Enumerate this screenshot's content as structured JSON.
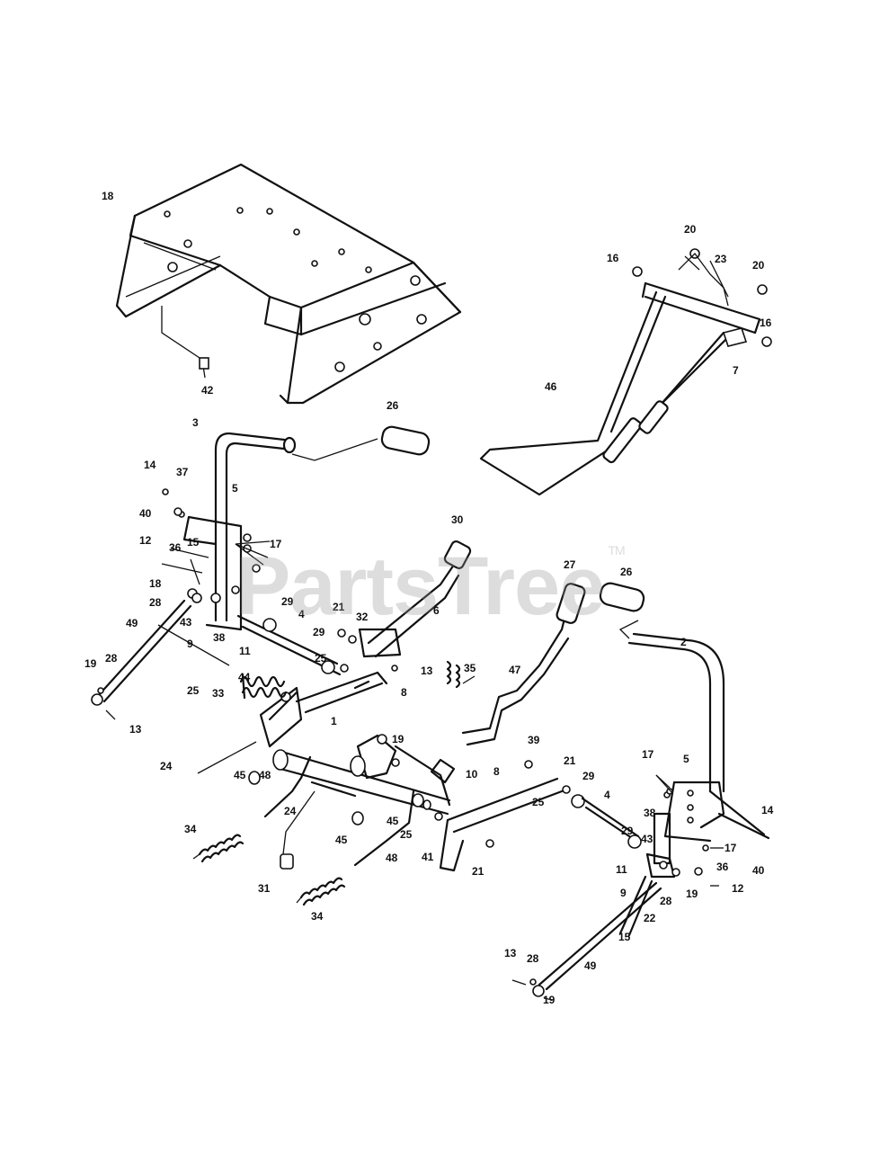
{
  "watermark": {
    "brand": "PartsTree",
    "mark": "TM"
  },
  "callouts": [
    {
      "id": "c18a",
      "text": "18"
    },
    {
      "id": "c42",
      "text": "42"
    },
    {
      "id": "c3",
      "text": "3"
    },
    {
      "id": "c26a",
      "text": "26"
    },
    {
      "id": "c14a",
      "text": "14"
    },
    {
      "id": "c37",
      "text": "37"
    },
    {
      "id": "c5a",
      "text": "5"
    },
    {
      "id": "c40a",
      "text": "40"
    },
    {
      "id": "c17a",
      "text": "17"
    },
    {
      "id": "c12a",
      "text": "12"
    },
    {
      "id": "c36a",
      "text": "36"
    },
    {
      "id": "c15a",
      "text": "15"
    },
    {
      "id": "c18b",
      "text": "18"
    },
    {
      "id": "c28a",
      "text": "28"
    },
    {
      "id": "c43a",
      "text": "43"
    },
    {
      "id": "c9a",
      "text": "9"
    },
    {
      "id": "c38a",
      "text": "38"
    },
    {
      "id": "c11a",
      "text": "11"
    },
    {
      "id": "c29a",
      "text": "29"
    },
    {
      "id": "c4a",
      "text": "4"
    },
    {
      "id": "c21a",
      "text": "21"
    },
    {
      "id": "c32",
      "text": "32"
    },
    {
      "id": "c29b",
      "text": "29"
    },
    {
      "id": "c25a",
      "text": "25"
    },
    {
      "id": "c13a",
      "text": "13"
    },
    {
      "id": "c6",
      "text": "6"
    },
    {
      "id": "c30",
      "text": "30"
    },
    {
      "id": "c49a",
      "text": "49"
    },
    {
      "id": "c19a",
      "text": "19"
    },
    {
      "id": "c28b",
      "text": "28"
    },
    {
      "id": "c13b",
      "text": "13"
    },
    {
      "id": "c25b",
      "text": "25"
    },
    {
      "id": "c44",
      "text": "44"
    },
    {
      "id": "c33",
      "text": "33"
    },
    {
      "id": "c8a",
      "text": "8"
    },
    {
      "id": "c1",
      "text": "1"
    },
    {
      "id": "c19b",
      "text": "19"
    },
    {
      "id": "c24a",
      "text": "24"
    },
    {
      "id": "c45a",
      "text": "45"
    },
    {
      "id": "c48a",
      "text": "48"
    },
    {
      "id": "c24b",
      "text": "24"
    },
    {
      "id": "c34a",
      "text": "34"
    },
    {
      "id": "c10",
      "text": "10"
    },
    {
      "id": "c45b",
      "text": "45"
    },
    {
      "id": "c25c",
      "text": "25"
    },
    {
      "id": "c41",
      "text": "41"
    },
    {
      "id": "c45c",
      "text": "45"
    },
    {
      "id": "c48b",
      "text": "48"
    },
    {
      "id": "c31",
      "text": "31"
    },
    {
      "id": "c34b",
      "text": "34"
    },
    {
      "id": "c35",
      "text": "35"
    },
    {
      "id": "c47",
      "text": "47"
    },
    {
      "id": "c27",
      "text": "27"
    },
    {
      "id": "c26b",
      "text": "26"
    },
    {
      "id": "c2",
      "text": "2"
    },
    {
      "id": "c20a",
      "text": "20"
    },
    {
      "id": "c16a",
      "text": "16"
    },
    {
      "id": "c23",
      "text": "23"
    },
    {
      "id": "c20b",
      "text": "20"
    },
    {
      "id": "c16b",
      "text": "16"
    },
    {
      "id": "c7",
      "text": "7"
    },
    {
      "id": "c46",
      "text": "46"
    },
    {
      "id": "c8b",
      "text": "8"
    },
    {
      "id": "c39",
      "text": "39"
    },
    {
      "id": "c21b",
      "text": "21"
    },
    {
      "id": "c29c",
      "text": "29"
    },
    {
      "id": "c25d",
      "text": "25"
    },
    {
      "id": "c4b",
      "text": "4"
    },
    {
      "id": "c17b",
      "text": "17"
    },
    {
      "id": "c5b",
      "text": "5"
    },
    {
      "id": "c14b",
      "text": "14"
    },
    {
      "id": "c29d",
      "text": "29"
    },
    {
      "id": "c38b",
      "text": "38"
    },
    {
      "id": "c43b",
      "text": "43"
    },
    {
      "id": "c17c",
      "text": "17"
    },
    {
      "id": "c40b",
      "text": "40"
    },
    {
      "id": "c11b",
      "text": "11"
    },
    {
      "id": "c36b",
      "text": "36"
    },
    {
      "id": "c12b",
      "text": "12"
    },
    {
      "id": "c9b",
      "text": "9"
    },
    {
      "id": "c28c",
      "text": "28"
    },
    {
      "id": "c19c",
      "text": "19"
    },
    {
      "id": "c22",
      "text": "22"
    },
    {
      "id": "c15b",
      "text": "15"
    },
    {
      "id": "c21c",
      "text": "21"
    },
    {
      "id": "c49b",
      "text": "49"
    },
    {
      "id": "c13c",
      "text": "13"
    },
    {
      "id": "c28d",
      "text": "28"
    },
    {
      "id": "c19d",
      "text": "19"
    }
  ]
}
